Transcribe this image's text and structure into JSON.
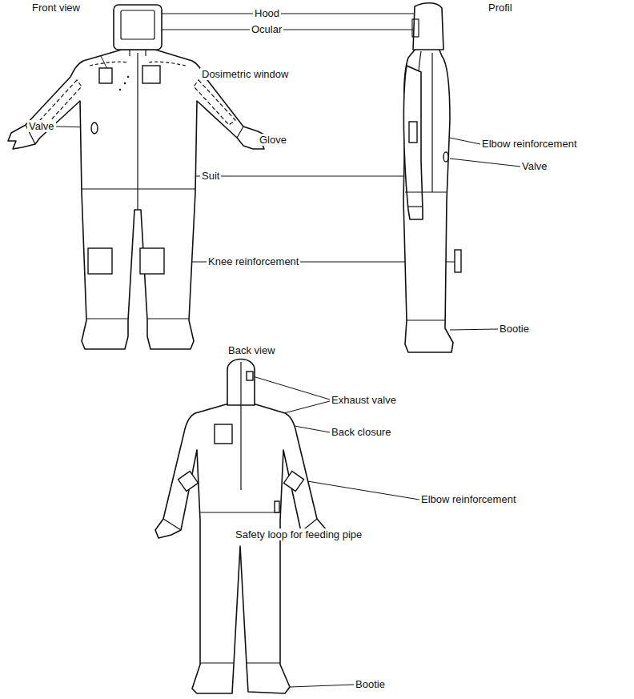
{
  "diagram": {
    "labels": [
      "Front view",
      "Profil",
      "Hood",
      "Ocular",
      "Dosimetric window",
      "Elbow reinforcement",
      "Valve",
      "Glove",
      "Valve",
      "Suit",
      "Knee reinforcement",
      "Bootie",
      "Back view",
      "Exhaust valve",
      "Back closure",
      "Elbow reinforcement",
      "Safety loop for feeding pipe",
      "Bootie"
    ]
  }
}
